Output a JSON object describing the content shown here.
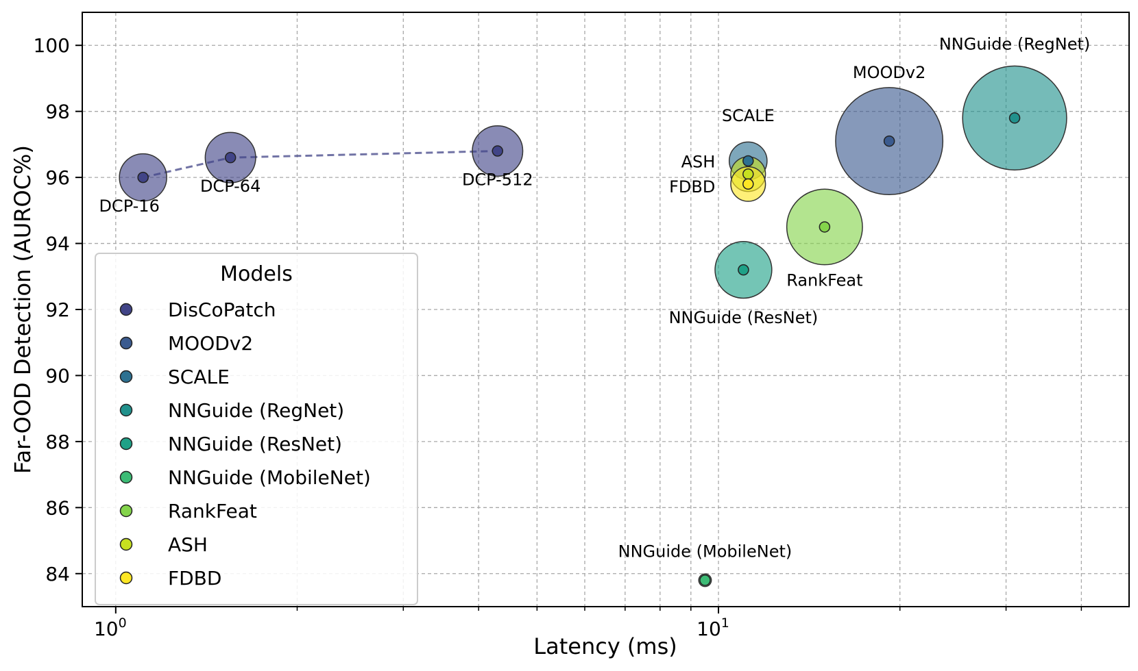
{
  "chart_data": {
    "type": "scatter",
    "xlabel": "Latency (ms)",
    "ylabel": "Far-OOD Detection (AUROC%)",
    "x_scale": "log",
    "xlim": [
      0.88,
      48
    ],
    "ylim": [
      83,
      101
    ],
    "x_major_ticks": [
      {
        "value": 1,
        "base": "10",
        "exp": "0"
      },
      {
        "value": 10,
        "base": "10",
        "exp": "1"
      }
    ],
    "y_ticks": [
      84,
      86,
      88,
      90,
      92,
      94,
      96,
      98,
      100
    ],
    "grid": true,
    "legend": {
      "title": "Models",
      "placement": "lower-left"
    },
    "series": [
      {
        "name": "DisCoPatch",
        "color": "#414487",
        "points": [
          {
            "x": 1.11,
            "y": 96.0,
            "r": 15,
            "label": "DCP-16"
          },
          {
            "x": 1.55,
            "y": 96.6,
            "r": 16,
            "label": "DCP-64"
          },
          {
            "x": 4.3,
            "y": 96.8,
            "r": 16,
            "label": "DCP-512"
          }
        ],
        "connected": true
      },
      {
        "name": "MOODv2",
        "color": "#3b5b8f",
        "points": [
          {
            "x": 19.2,
            "y": 97.1,
            "r": 34,
            "label": "MOODv2"
          }
        ]
      },
      {
        "name": "SCALE",
        "color": "#2e7191",
        "points": [
          {
            "x": 11.2,
            "y": 96.5,
            "r": 12,
            "label": "SCALE"
          }
        ]
      },
      {
        "name": "NNGuide (RegNet)",
        "color": "#21918c",
        "points": [
          {
            "x": 31.0,
            "y": 97.8,
            "r": 33,
            "label": "NNGuide (RegNet)"
          }
        ]
      },
      {
        "name": "NNGuide (ResNet)",
        "color": "#1fa187",
        "points": [
          {
            "x": 11.0,
            "y": 93.2,
            "r": 18,
            "label": "NNGuide (ResNet)"
          }
        ]
      },
      {
        "name": "NNGuide (MobileNet)",
        "color": "#3cbb75",
        "points": [
          {
            "x": 9.5,
            "y": 83.8,
            "r": 4,
            "label": "NNGuide (MobileNet)"
          }
        ]
      },
      {
        "name": "RankFeat",
        "color": "#84d44b",
        "points": [
          {
            "x": 15.0,
            "y": 94.5,
            "r": 24,
            "label": "RankFeat"
          }
        ]
      },
      {
        "name": "ASH",
        "color": "#c7e020",
        "points": [
          {
            "x": 11.2,
            "y": 96.1,
            "r": 11,
            "label": "ASH"
          }
        ]
      },
      {
        "name": "FDBD",
        "color": "#fde725",
        "points": [
          {
            "x": 11.2,
            "y": 95.8,
            "r": 11,
            "label": "FDBD"
          }
        ]
      }
    ]
  }
}
